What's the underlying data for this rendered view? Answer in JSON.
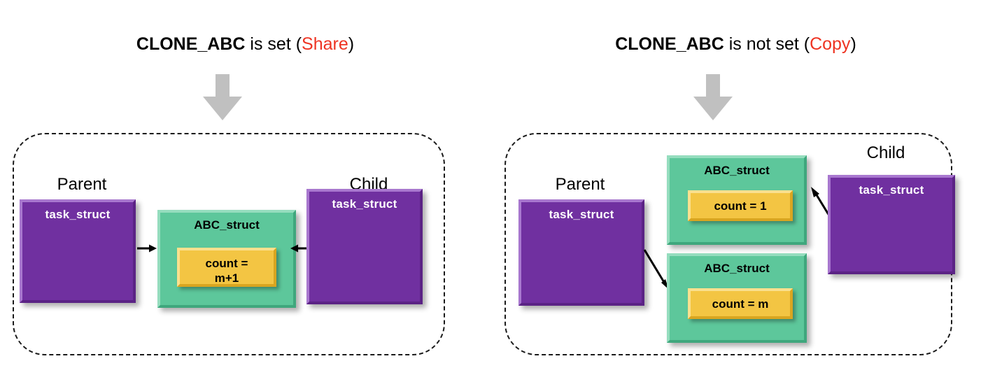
{
  "diagram": {
    "title": "CLONE_ABC share vs copy on fork",
    "type": "diagram"
  },
  "panels": [
    {
      "id": "share",
      "title": {
        "flag": "CLONE_ABC",
        "middle": " is set (",
        "accent": "Share",
        "suffix": ")"
      },
      "arrow_icon": "down-arrow-icon",
      "parent": {
        "caption": "Parent",
        "box_label": "task_struct"
      },
      "child": {
        "caption": "Child",
        "box_label": "task_struct"
      },
      "shared_structs": [
        {
          "label": "ABC_struct",
          "count_label": "count =\nm+1"
        }
      ],
      "connectors": [
        {
          "name": "parent-to-abc-arrow",
          "from": "parent",
          "to": "abc-struct",
          "direction": "right"
        },
        {
          "name": "child-to-abc-arrow",
          "from": "child",
          "to": "abc-struct",
          "direction": "left"
        }
      ]
    },
    {
      "id": "copy",
      "title": {
        "flag": "CLONE_ABC",
        "middle": " is not set (",
        "accent": "Copy",
        "suffix": ")"
      },
      "arrow_icon": "down-arrow-icon",
      "parent": {
        "caption": "Parent",
        "box_label": "task_struct"
      },
      "child": {
        "caption": "Child",
        "box_label": "task_struct"
      },
      "structs": [
        {
          "label": "ABC_struct",
          "count_label": "count = 1",
          "owner": "child"
        },
        {
          "label": "ABC_struct",
          "count_label": "count = m",
          "owner": "parent"
        }
      ],
      "connectors": [
        {
          "name": "child-to-abc-top-arrow",
          "from": "child",
          "to": "abc-struct-top",
          "direction": "up-left"
        },
        {
          "name": "parent-to-abc-bottom-arrow",
          "from": "parent",
          "to": "abc-struct-bottom",
          "direction": "down-right"
        }
      ]
    }
  ],
  "colors": {
    "purple": "#7030a0",
    "green": "#5dc79b",
    "yellow": "#f3c543",
    "accent_red": "#ee3322",
    "arrow_gray": "#c0c0c0",
    "border_dashed": "#1a1a1a",
    "text_on_purple": "#ffffff",
    "text_dark": "#000000"
  }
}
